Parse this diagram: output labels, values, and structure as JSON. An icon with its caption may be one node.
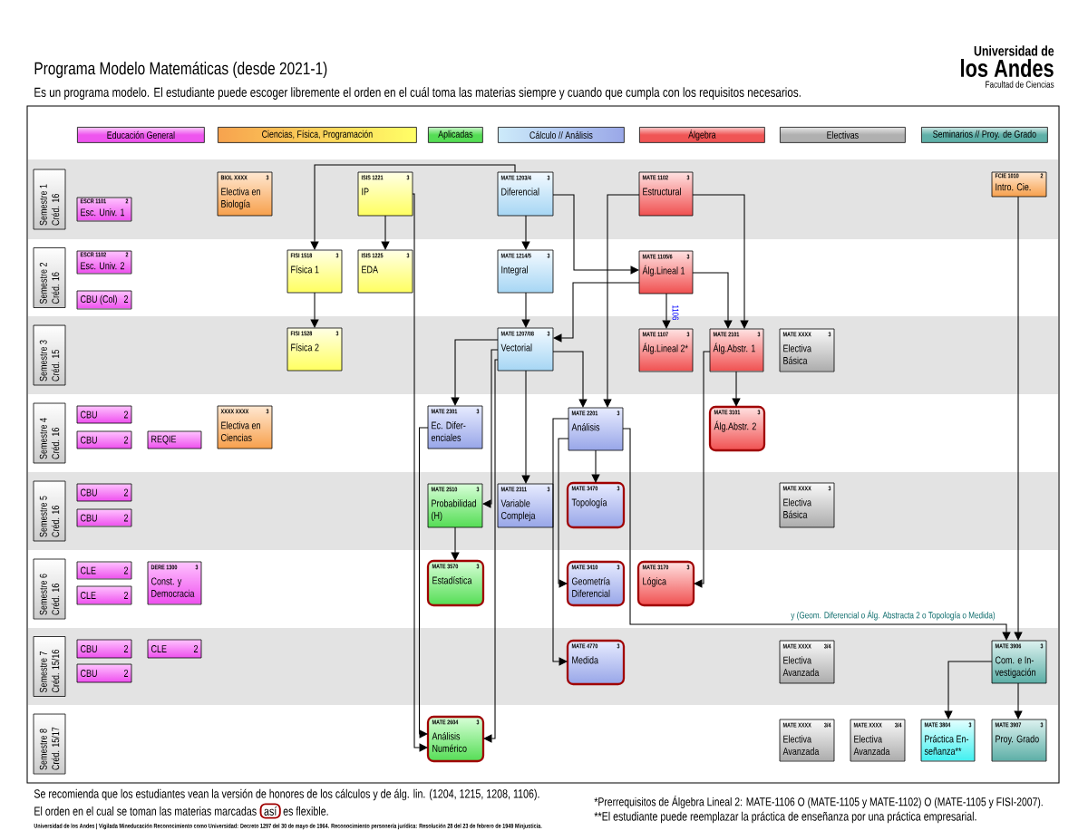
{
  "diagram": {
    "title": "Programa Modelo Matemáticas (desde 2021-1)",
    "nodes": [
      {
        "text": [
          "Semestre 1",
          "Créd. 16"
        ]
      },
      {
        "text": [
          "ESCR 1101",
          "2",
          "Esc. Univ. 1"
        ]
      },
      {
        "text": [
          "BIOL XXXX",
          "3",
          "Electiva en Biología"
        ]
      },
      {
        "text": [
          "ISIS 1221",
          "3",
          "IP"
        ]
      },
      {
        "text": [
          "MATE 1203/4",
          "3",
          "Diferencial"
        ]
      },
      {
        "text": [
          "MATE 1102",
          "3",
          "Estructural"
        ]
      },
      {
        "text": [
          "FCIE 1010",
          "2",
          "Intro. Cie."
        ]
      },
      {
        "text": [
          "Semestre 2",
          "Créd. 16"
        ]
      },
      {
        "text": [
          "ESCR 1102",
          "2",
          "Esc. Univ. 2"
        ]
      },
      {
        "text": [
          "CBU (Col)",
          "2"
        ]
      },
      {
        "text": [
          "FISI 1518",
          "3",
          "Física 1"
        ]
      },
      {
        "text": [
          "ISIS 1225",
          "3",
          "EDA"
        ]
      },
      {
        "text": [
          "MATE 1214/5",
          "3",
          "Integral"
        ]
      },
      {
        "text": [
          "MATE 1105/6",
          "3",
          "Álg.Lineal 1"
        ]
      },
      {
        "text": [
          "Semestre 3",
          "Créd. 15"
        ]
      },
      {
        "text": [
          "FISI 1528",
          "3",
          "Física 2"
        ]
      },
      {
        "text": [
          "MATE 1207/08",
          "3",
          "Vectorial"
        ]
      },
      {
        "text": [
          "MATE 1107",
          "3",
          "Álg.Lineal 2*"
        ]
      },
      {
        "text": [
          "MATE 2101",
          "3",
          "Álg.Abstr. 1"
        ]
      },
      {
        "text": [
          "MATE XXXX",
          "3",
          "Electiva Básica"
        ]
      },
      {
        "text": [
          "Semestre 4",
          "Créd. 16"
        ]
      },
      {
        "text": [
          "CBU",
          "2"
        ]
      },
      {
        "text": [
          "CBU",
          "2"
        ]
      },
      {
        "text": [
          "REQIE"
        ]
      },
      {
        "text": [
          "XXXX XXXX",
          "3",
          "Electiva en Ciencias"
        ]
      },
      {
        "text": [
          "MATE 2301",
          "3",
          "Ec. Difer- enciales"
        ]
      },
      {
        "text": [
          "MATE 2201",
          "3",
          "Análisis"
        ]
      },
      {
        "text": [
          "MATE 3101",
          "3",
          "Álg.Abstr. 2"
        ]
      },
      {
        "text": [
          "Semestre 5",
          "Créd. 16"
        ]
      },
      {
        "text": [
          "CBU",
          "2"
        ]
      },
      {
        "text": [
          "CBU",
          "2"
        ]
      },
      {
        "text": [
          "MATE 2510",
          "3",
          "Probabilidad (H)"
        ]
      },
      {
        "text": [
          "MATE 2311",
          "3",
          "Variable Compleja"
        ]
      },
      {
        "text": [
          "MATE 3470",
          "3",
          "Topología"
        ]
      },
      {
        "text": [
          "MATE XXXX",
          "3",
          "Electiva Básica"
        ]
      },
      {
        "text": [
          "Semestre 6",
          "Créd. 16"
        ]
      },
      {
        "text": [
          "CLE",
          "2"
        ]
      },
      {
        "text": [
          "CLE",
          "2"
        ]
      },
      {
        "text": [
          "DERE 1300",
          "3",
          "Const. y Democracia"
        ]
      },
      {
        "text": [
          "MATE 3570",
          "3",
          "Estadística"
        ]
      },
      {
        "text": [
          "MATE 3410",
          "3",
          "Geometría Diferencial"
        ]
      },
      {
        "text": [
          "MATE 3170",
          "3",
          "Lógica"
        ]
      },
      {
        "text": [
          "Semestre 7",
          "Créd. 15/16"
        ]
      },
      {
        "text": [
          "CBU",
          "2"
        ]
      },
      {
        "text": [
          "CLE",
          "2"
        ]
      },
      {
        "text": [
          "CBU",
          "2"
        ]
      },
      {
        "text": [
          "MATE 4770",
          "3",
          "Medida"
        ]
      },
      {
        "text": [
          "MATE XXXX",
          "3/4",
          "Electiva Avanzada"
        ]
      },
      {
        "text": [
          "MATE 3906",
          "3",
          "Com. e In- vestigación"
        ]
      },
      {
        "text": [
          "Semestre 8",
          "Créd. 15/17"
        ]
      },
      {
        "text": [
          "MATE 2604",
          "3",
          "Análisis Numérico"
        ]
      },
      {
        "text": [
          "MATE XXXX",
          "3/4",
          "Electiva Avanzada"
        ]
      },
      {
        "text": [
          "MATE XXXX",
          "3/4",
          "Electiva Avanzada"
        ]
      },
      {
        "text": [
          "MATE 3804",
          "3",
          "Práctica En- señanza**"
        ]
      },
      {
        "text": [
          "MATE 3907",
          "3",
          "Proy. Grado"
        ]
      },
      {
        "text": [
          "así"
        ]
      }
    ],
    "edges": [
      {
        "from": 4,
        "to": 10,
        "arrow": "to"
      },
      {
        "from": 3,
        "to": 11,
        "arrow": "to"
      },
      {
        "from": 3,
        "to": 50,
        "arrow": "to"
      },
      {
        "from": 4,
        "to": 12,
        "arrow": "to"
      },
      {
        "from": 4,
        "to": 13,
        "arrow": "to"
      },
      {
        "from": 5,
        "to": 26,
        "arrow": "to"
      },
      {
        "from": 5,
        "to": 18,
        "arrow": "to"
      },
      {
        "from": 10,
        "to": 15,
        "arrow": "to"
      },
      {
        "from": 12,
        "to": 16,
        "arrow": "to"
      },
      {
        "from": 13,
        "to": 16,
        "arrow": "to"
      },
      {
        "from": 13,
        "to": 17,
        "arrow": "to",
        "label": "1106"
      },
      {
        "from": 13,
        "to": 18,
        "arrow": "to"
      },
      {
        "from": 16,
        "to": 25,
        "arrow": "to"
      },
      {
        "from": 16,
        "to": 31,
        "arrow": "to"
      },
      {
        "from": 16,
        "to": 50,
        "arrow": "to"
      },
      {
        "from": 16,
        "to": 32,
        "arrow": "to"
      },
      {
        "from": 16,
        "to": 26,
        "arrow": "to"
      },
      {
        "from": 18,
        "to": 27,
        "arrow": "to"
      },
      {
        "from": 18,
        "to": 41,
        "arrow": "to"
      },
      {
        "from": 25,
        "to": 50,
        "arrow": "to"
      },
      {
        "from": 26,
        "to": 33,
        "arrow": "to"
      },
      {
        "from": 26,
        "to": 40,
        "arrow": "to"
      },
      {
        "from": 26,
        "to": 46,
        "arrow": "to"
      },
      {
        "from": 26,
        "to": 48,
        "arrow": "to",
        "label": "y (Geom. Diferencial o Álg. Abstracta 2 o Topología o Medida)"
      },
      {
        "from": 31,
        "to": 39,
        "arrow": "to"
      },
      {
        "from": 6,
        "to": 48,
        "arrow": "to"
      },
      {
        "from": 48,
        "to": 53,
        "arrow": "to"
      },
      {
        "from": 48,
        "to": 54,
        "arrow": "to"
      }
    ],
    "labels": [
      "Universidad de",
      "los Andes",
      "Facultad de Ciencias",
      "Es un programa modelo. El estudiante puede escoger libremente el orden en el cuál toma las materias siempre y cuando que cumpla con los requisitos necesarios.",
      "Se recomienda que los estudiantes vean la versión de honores de los cálculos y de álg. lin. (1204, 1215, 1208, 1106).",
      "*Prerrequisitos de Álgebra Lineal 2: MATE-1106 O (MATE-1105 y MATE-1102) O (MATE-1105 y FISI-2007).",
      "El orden en el cual se toman las materias marcadas",
      "es flexible.",
      "**El estudiante puede reemplazar la práctica de enseñanza por una práctica empresarial.",
      "Universidad de los Andes | Vigilada Mineducación Reconocimiento como Universidad: Decreto 1297 del 30 de mayo de 1964. Reconocimiento personería jurídica: Resolución 28 del 23 de febrero de 1949 Minjusticia."
    ],
    "legend": [
      {
        "text": "Educación General",
        "color": "#ee55ee"
      },
      {
        "text": "Ciencias, Física, Programación",
        "color": "#f7a24e"
      },
      {
        "text": "Aplicadas",
        "color": "#55dd55"
      },
      {
        "text": "Cálculo // Análisis",
        "color": "#9aa8e8"
      },
      {
        "text": "Álgebra",
        "color": "#f05555"
      },
      {
        "text": "Electivas",
        "color": "#b0b0b0"
      },
      {
        "text": "Seminarios // Proy. de Grado",
        "color": "#5fb0a8"
      }
    ]
  }
}
